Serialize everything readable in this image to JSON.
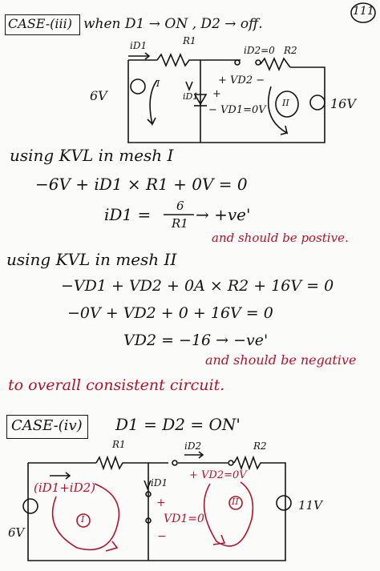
{
  "page_number": "111",
  "case3": {
    "label": "CASE-(iii)",
    "condition": "when  D1 → ON ,  D2 → off.",
    "circuit": {
      "i_d1": "iD1",
      "r1": "R1",
      "i_d2": "iD2=0",
      "r2": "R2",
      "source_left": "6V",
      "source_right": "16V",
      "vd2": "+ VD2 −",
      "vd1": "+",
      "vd1_value": "− VD1=0V",
      "diode_current": "iD1",
      "mesh1": "I",
      "mesh2": "II"
    },
    "kvl1_heading": "using KVL in mesh I",
    "kvl1_eq1": "−6V + iD1 × R1 + 0V = 0",
    "kvl1_eq2_lhs": "iD1 =",
    "kvl1_eq2_num": "6",
    "kvl1_eq2_den": "R1",
    "kvl1_eq2_rhs": "→ +ve'",
    "kvl1_note": "and should be postive.",
    "kvl2_heading": "using KVL in mesh II",
    "kvl2_eq1": "−VD1 + VD2 + 0A × R2 + 16V = 0",
    "kvl2_eq2": "−0V + VD2 + 0 + 16V = 0",
    "kvl2_eq3": "VD2 = −16 → −ve'",
    "kvl2_note": "and should be negative",
    "conclusion": "to overall consistent circuit."
  },
  "case4": {
    "label": "CASE-(iv)",
    "condition": "D1 = D2 = ON'",
    "circuit": {
      "r1": "R1",
      "r2": "R2",
      "i_d2": "iD2",
      "i_sum": "(iD1+iD2)",
      "i_d1": "iD1",
      "vd2": "+ VD2=0V",
      "vd1_plus": "+",
      "vd1_value": "VD1=0",
      "vd1_minus": "−",
      "source_left": "6V",
      "source_right": "11V",
      "mesh1": "I",
      "mesh2": "II"
    }
  }
}
